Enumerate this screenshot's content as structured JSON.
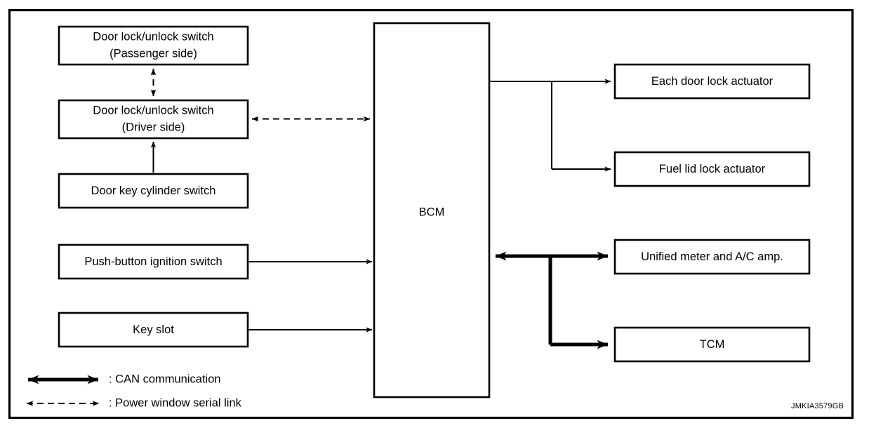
{
  "diagram": {
    "reference_code": "JMKIA3579GB",
    "controller": {
      "label": "BCM"
    },
    "input_nodes": [
      {
        "id": "door-lock-unlock-switch-passenger",
        "line1": "Door lock/unlock switch",
        "line2": "(Passenger side)"
      },
      {
        "id": "door-lock-unlock-switch-driver",
        "line1": "Door lock/unlock switch",
        "line2": "(Driver side)"
      },
      {
        "id": "door-key-cylinder-switch",
        "line1": "Door key cylinder switch",
        "line2": ""
      },
      {
        "id": "push-button-ignition-switch",
        "line1": "Push-button ignition switch",
        "line2": ""
      },
      {
        "id": "key-slot",
        "line1": "Key slot",
        "line2": ""
      }
    ],
    "output_nodes": [
      {
        "id": "each-door-lock-actuator",
        "line1": "Each door lock actuator"
      },
      {
        "id": "fuel-lid-lock-actuator",
        "line1": "Fuel lid lock actuator"
      },
      {
        "id": "unified-meter-and-ac-amp",
        "line1": "Unified meter and A/C amp."
      },
      {
        "id": "tcm",
        "line1": "TCM"
      }
    ],
    "legend": [
      {
        "id": "can-communication",
        "label": ": CAN communication",
        "style": "thick-double-arrow"
      },
      {
        "id": "power-window-serial-link",
        "label": ": Power window serial link",
        "style": "dashed-double-arrow"
      }
    ],
    "colors": {
      "stroke": "#000000",
      "background": "#ffffff"
    }
  }
}
